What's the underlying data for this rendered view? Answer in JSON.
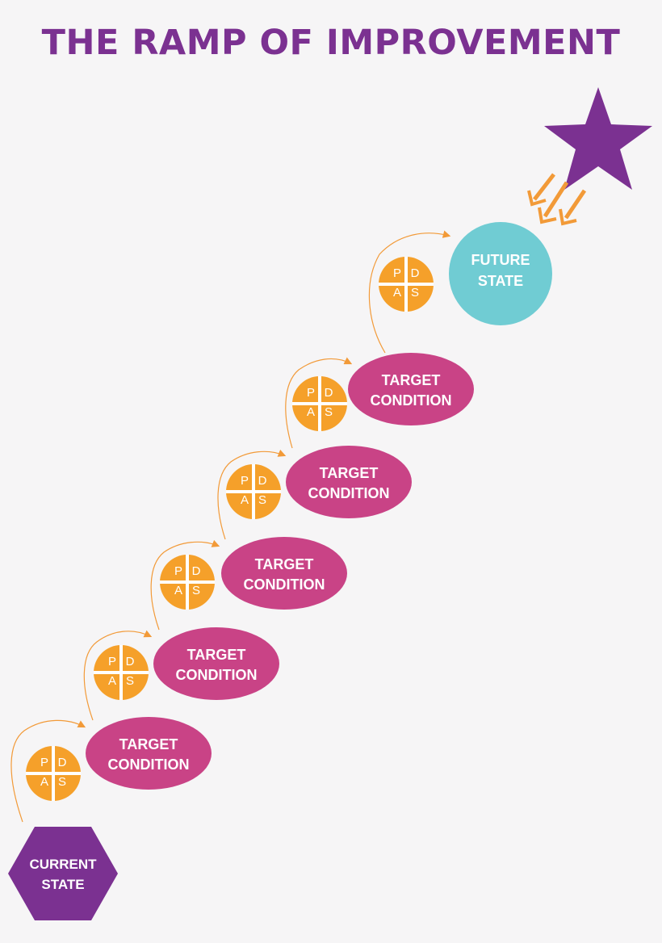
{
  "title": "THE RAMP OF IMPROVEMENT",
  "colors": {
    "title": "#7b3191",
    "current_state": "#7b3191",
    "target_condition": "#c94386",
    "future_state": "#70ccd3",
    "pdsa": "#f5a02a",
    "arrow": "#f29a38",
    "star": "#7b3191",
    "text_on_shape": "#ffffff"
  },
  "current_state": {
    "line1": "CURRENT",
    "line2": "STATE"
  },
  "future_state": {
    "line1": "FUTURE",
    "line2": "STATE"
  },
  "pdsa": {
    "p": "P",
    "d": "D",
    "a": "A",
    "s": "S"
  },
  "steps": [
    {
      "line1": "TARGET",
      "line2": "CONDITION"
    },
    {
      "line1": "TARGET",
      "line2": "CONDITION"
    },
    {
      "line1": "TARGET",
      "line2": "CONDITION"
    },
    {
      "line1": "TARGET",
      "line2": "CONDITION"
    },
    {
      "line1": "TARGET",
      "line2": "CONDITION"
    }
  ],
  "icons": {
    "goal": "star-icon",
    "cycle": "pdsa-cycle-icon",
    "direction": "arrow-icon"
  }
}
